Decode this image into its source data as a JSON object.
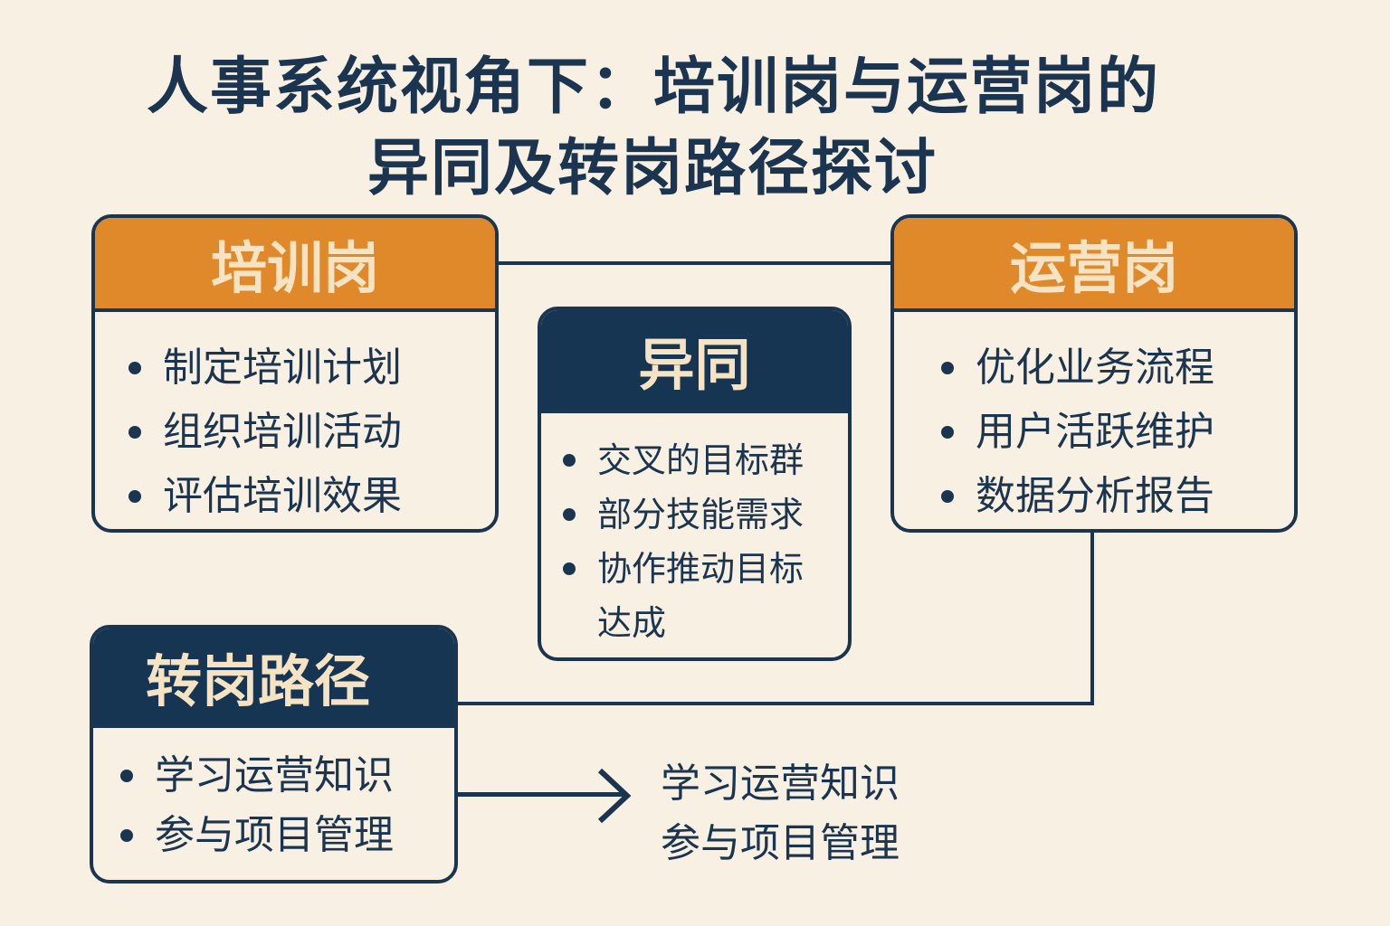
{
  "title": {
    "line1": "人事系统视角下：培训岗与运营岗的",
    "line2": "异同及转岗路径探讨"
  },
  "training": {
    "header": "培训岗",
    "items": [
      "制定培训计划",
      "组织培训活动",
      "评估培训效果"
    ]
  },
  "operations": {
    "header": "运营岗",
    "items": [
      "优化业务流程",
      "用户活跃维护",
      "数据分析报告"
    ]
  },
  "comparison": {
    "header": "异同",
    "items": [
      "交叉的目标群",
      "部分技能需求",
      "协作推动目标",
      "达成"
    ]
  },
  "transfer": {
    "header": "转岗路径",
    "items": [
      "学习运营知识",
      "参与项目管理"
    ]
  },
  "outcome": {
    "items": [
      "学习运营知识",
      "参与项目管理"
    ]
  },
  "colors": {
    "navy": "#163552",
    "orange": "#e0892a",
    "background": "#f8f0e2"
  }
}
